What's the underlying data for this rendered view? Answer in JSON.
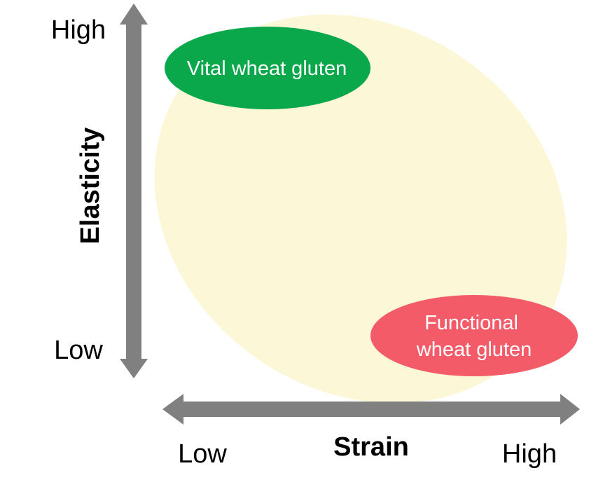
{
  "y_axis": {
    "title": "Elasticity",
    "high_label": "High",
    "low_label": "Low"
  },
  "x_axis": {
    "title": "Strain",
    "low_label": "Low",
    "high_label": "High"
  },
  "regions": {
    "vital": {
      "line1": "Vital wheat gluten",
      "color": "#0aa84a"
    },
    "functional": {
      "line1": "Functional",
      "line2": "wheat gluten",
      "color": "#f45b68"
    },
    "background_color": "#fcf7d6"
  },
  "arrow_color": "#808080"
}
